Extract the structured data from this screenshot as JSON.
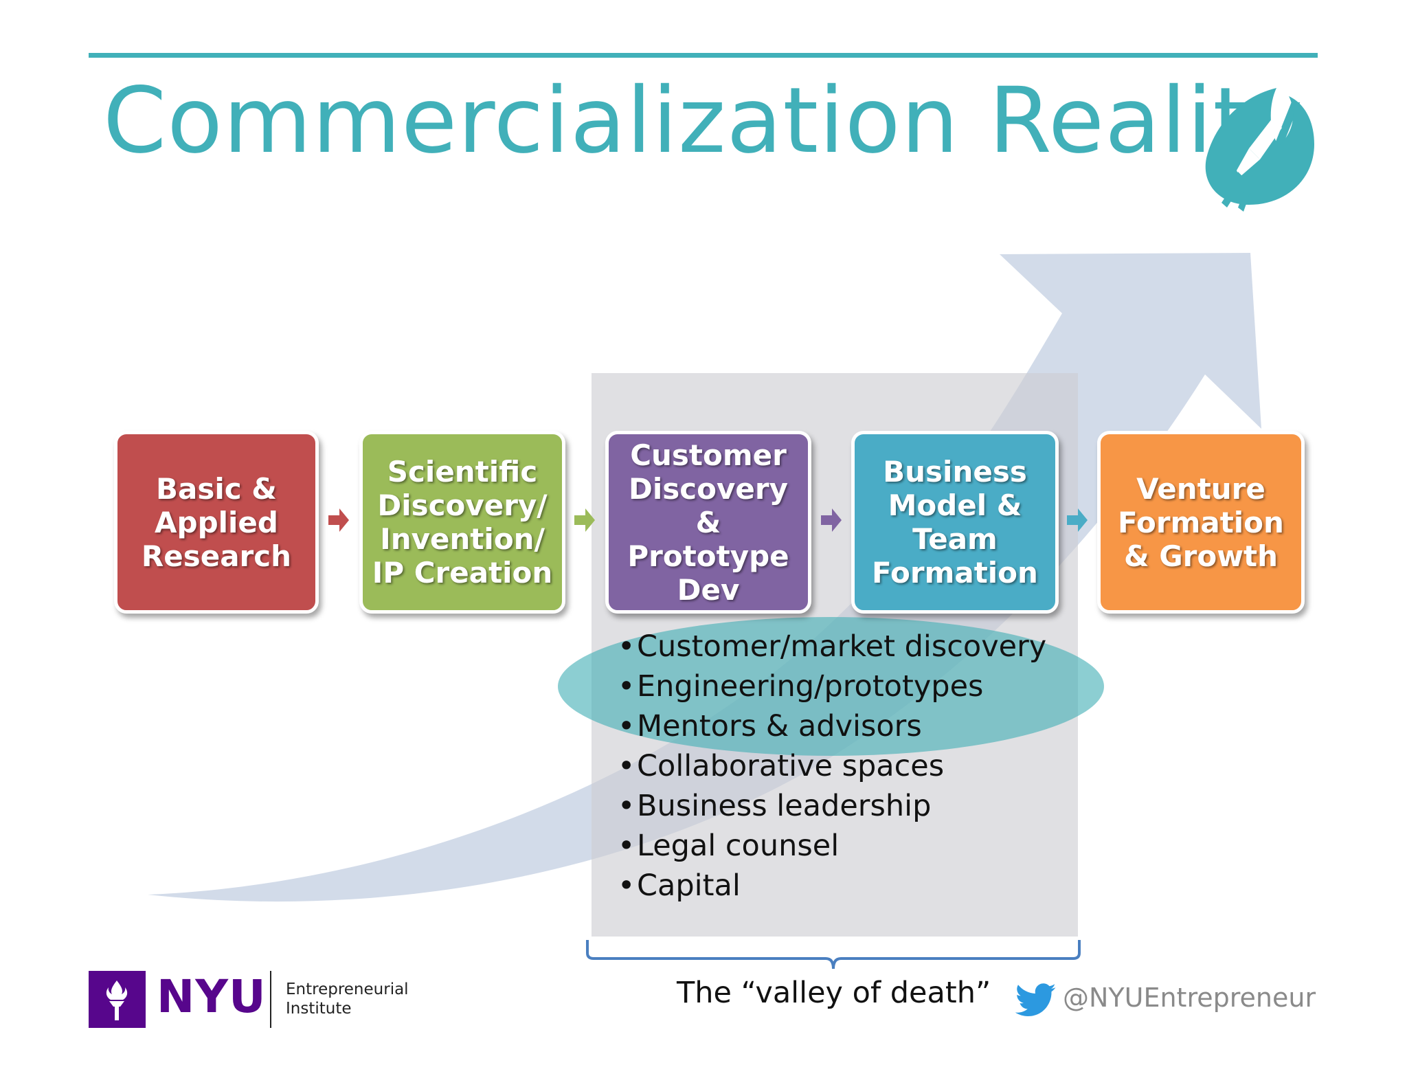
{
  "title": "Commercialization Reality",
  "stages": [
    {
      "label": "Basic &\nApplied\nResearch",
      "color": "#c04e4e"
    },
    {
      "label": "Scientific\nDiscovery/\nInvention/\nIP Creation",
      "color": "#9bbb59"
    },
    {
      "label": "Customer\nDiscovery &\nPrototype\nDev",
      "color": "#8064a2"
    },
    {
      "label": "Business\nModel &\nTeam\nFormation",
      "color": "#4aacc6"
    },
    {
      "label": "Venture\nFormation\n& Growth",
      "color": "#f79646"
    }
  ],
  "needs": {
    "bullet": "•",
    "items": [
      "Customer/market discovery",
      "Engineering/prototypes",
      "Mentors & advisors",
      "Collaborative spaces",
      "Business leadership",
      "Legal counsel",
      "Capital"
    ]
  },
  "valley_label": "The “valley of death”",
  "footer": {
    "org_mark": "NYU",
    "org_unit": "Entrepreneurial\nInstitute",
    "twitter_handle": "@NYUEntrepreneur"
  },
  "colors": {
    "accent": "#41b0b9",
    "nyu_purple": "#57068c",
    "growth_arrow": "#d0d9e8"
  }
}
